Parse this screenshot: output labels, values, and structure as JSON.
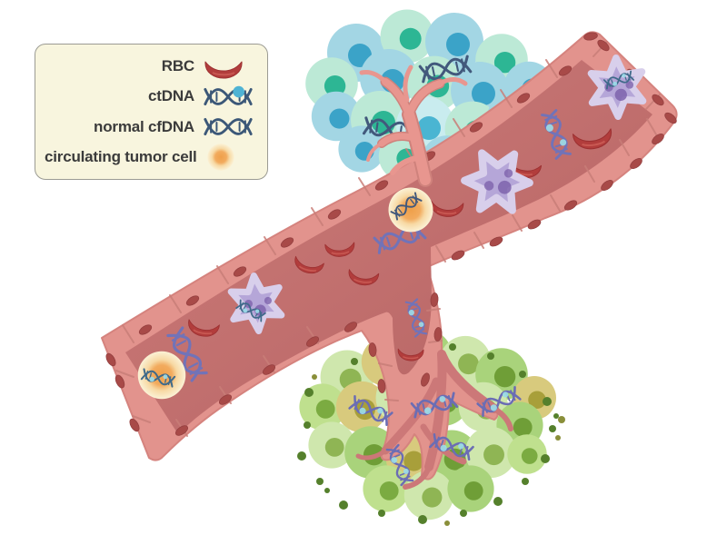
{
  "legend": {
    "items": [
      {
        "label": "RBC",
        "icon": "rbc-icon"
      },
      {
        "label": "ctDNA",
        "icon": "ctdna-icon"
      },
      {
        "label": "normal cfDNA",
        "icon": "cfdna-icon"
      },
      {
        "label": "circulating tumor cell",
        "icon": "ctc-icon"
      }
    ]
  },
  "colors": {
    "legend_bg": "#f8f5de",
    "legend_border": "#9b9b93",
    "legend_text": "#3b3b3b",
    "vessel_wall": "#e2938d",
    "vessel_lumen": "#c4716f",
    "rbc_red": "#b23d3c",
    "dna_navy": "#42597c",
    "dna_purple": "#7173b8",
    "ctdna_blob": "#4fb3d4",
    "ctc_center": "#efa04a",
    "ctc_halo": "#fbf2d6",
    "wbc_purple": "#b5a6d8",
    "tumor_blue_cell": "#a3d6e4",
    "tumor_mint_cell": "#bce9d6",
    "tumor_green_cell": "#a9d37b",
    "tumor_olive_cell": "#d8ca7d"
  }
}
